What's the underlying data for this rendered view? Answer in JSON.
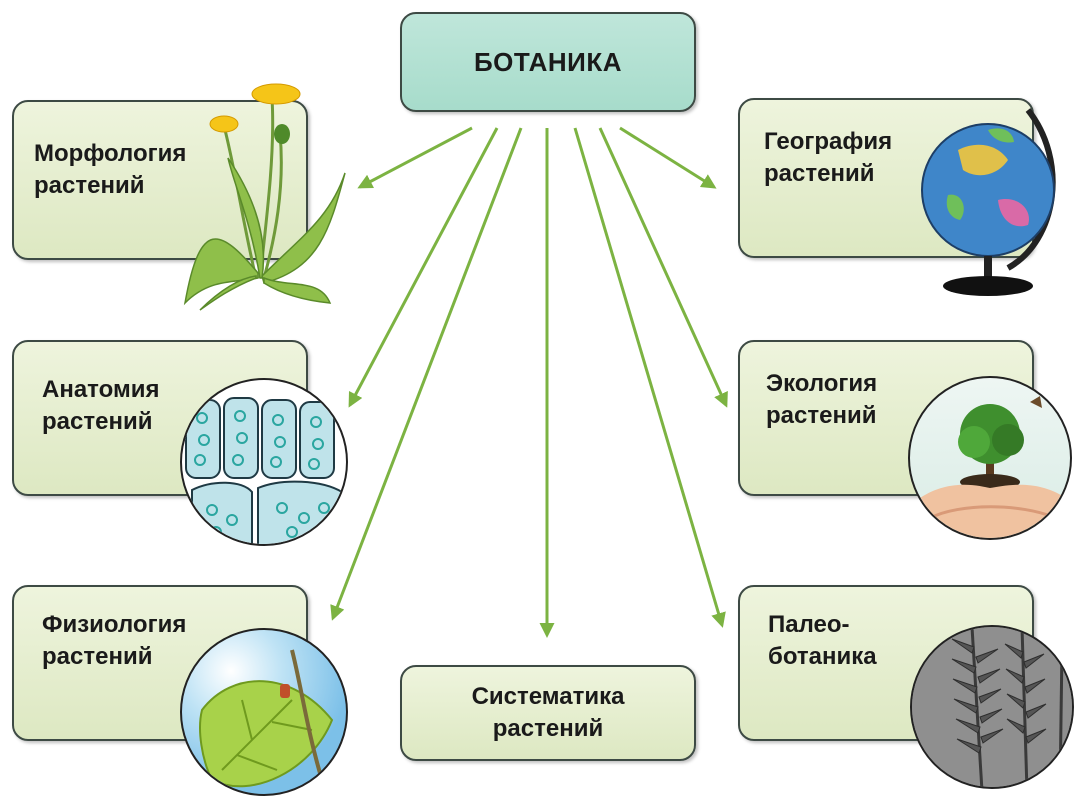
{
  "root": {
    "title": "БОТАНИКА"
  },
  "branches": {
    "morphology": {
      "line1": "Морфология",
      "line2": "растений"
    },
    "geography": {
      "line1": "География",
      "line2": "растений"
    },
    "anatomy": {
      "line1": "Анатомия",
      "line2": "растений"
    },
    "ecology": {
      "line1": "Экология",
      "line2": "растений"
    },
    "physiology": {
      "line1": "Физиология",
      "line2": "растений"
    },
    "systematics": {
      "line1": "Систематика",
      "line2": "растений"
    },
    "paleobotany": {
      "line1": "Палео-",
      "line2": "ботаника"
    }
  },
  "colors": {
    "arrow": "#7cb342",
    "root_fill": "#a7dccb",
    "branch_fill": "#dde8c2",
    "border": "#3d4a44"
  },
  "icons": {
    "morphology": "dandelion-plant-icon",
    "geography": "globe-icon",
    "anatomy": "plant-cells-icon",
    "ecology": "hands-holding-tree-icon",
    "physiology": "sunlit-leaf-icon",
    "paleobotany": "fern-fossil-icon"
  }
}
